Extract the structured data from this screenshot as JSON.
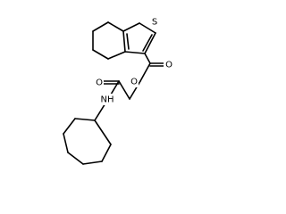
{
  "molecule": {
    "atoms": {
      "sulfur": "S",
      "ester_carbonyl_oxygen": "O",
      "ester_oxygen": "O",
      "amide_oxygen": "O",
      "amide_nitrogen": "NH"
    },
    "colors": {
      "bond": "#000000",
      "label": "#000000",
      "background": "#ffffff"
    }
  }
}
